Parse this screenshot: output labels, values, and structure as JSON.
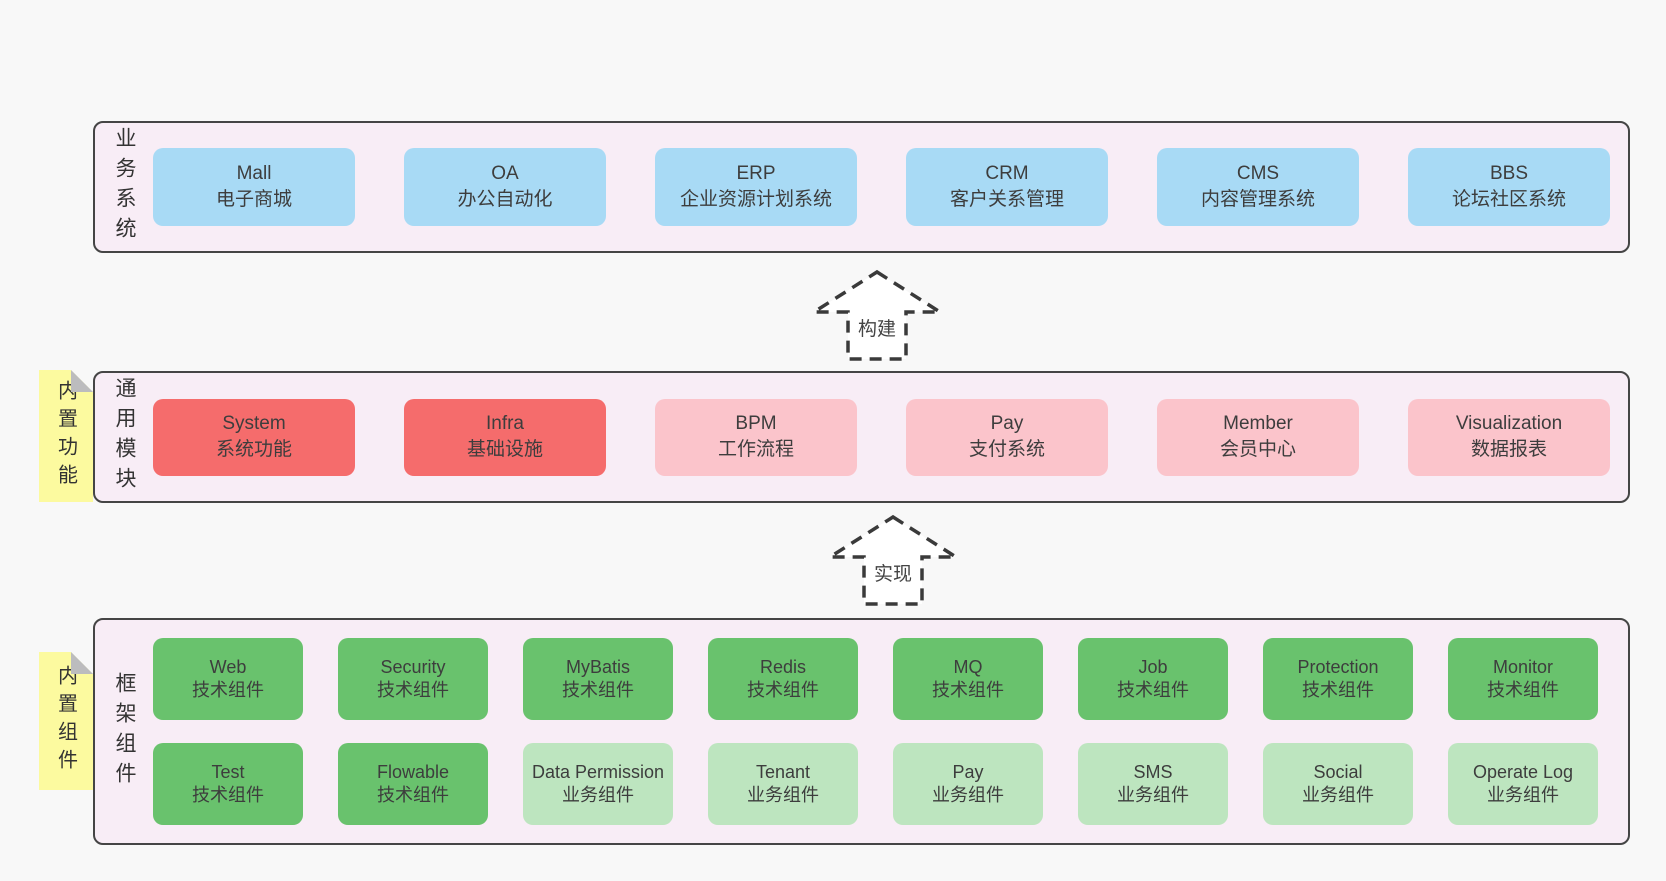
{
  "colors": {
    "page_background": "#f8f8f8",
    "panel_background": "#f8edf6",
    "panel_border": "#454545",
    "blue_box": "#a8daf5",
    "red_box": "#f56c6c",
    "pink_box": "#fbc4cb",
    "green_box": "#69c26d",
    "light_green_box": "#bde5bf",
    "sticky_yellow": "#fcfa9f",
    "sticky_fold_gray": "#bcbcbe",
    "text": "#3d3d3d"
  },
  "arrows": [
    {
      "label": "构建"
    },
    {
      "label": "实现"
    }
  ],
  "sections": [
    {
      "label": "业务系统",
      "boxes": [
        {
          "title": "Mall",
          "subtitle": "电子商城"
        },
        {
          "title": "OA",
          "subtitle": "办公自动化"
        },
        {
          "title": "ERP",
          "subtitle": "企业资源计划系统"
        },
        {
          "title": "CRM",
          "subtitle": "客户关系管理"
        },
        {
          "title": "CMS",
          "subtitle": "内容管理系统"
        },
        {
          "title": "BBS",
          "subtitle": "论坛社区系统"
        }
      ]
    },
    {
      "label": "通用模块",
      "sticky": "内置功能",
      "boxes": [
        {
          "title": "System",
          "subtitle": "系统功能"
        },
        {
          "title": "Infra",
          "subtitle": "基础设施"
        },
        {
          "title": "BPM",
          "subtitle": "工作流程"
        },
        {
          "title": "Pay",
          "subtitle": "支付系统"
        },
        {
          "title": "Member",
          "subtitle": "会员中心"
        },
        {
          "title": "Visualization",
          "subtitle": "数据报表"
        }
      ]
    },
    {
      "label": "框架组件",
      "sticky": "内置组件",
      "boxes": [
        {
          "title": "Web",
          "subtitle": "技术组件"
        },
        {
          "title": "Security",
          "subtitle": "技术组件"
        },
        {
          "title": "MyBatis",
          "subtitle": "技术组件"
        },
        {
          "title": "Redis",
          "subtitle": "技术组件"
        },
        {
          "title": "MQ",
          "subtitle": "技术组件"
        },
        {
          "title": "Job",
          "subtitle": "技术组件"
        },
        {
          "title": "Protection",
          "subtitle": "技术组件"
        },
        {
          "title": "Monitor",
          "subtitle": "技术组件"
        },
        {
          "title": "Test",
          "subtitle": "技术组件"
        },
        {
          "title": "Flowable",
          "subtitle": "技术组件"
        },
        {
          "title": "Data Permission",
          "subtitle": "业务组件"
        },
        {
          "title": "Tenant",
          "subtitle": "业务组件"
        },
        {
          "title": "Pay",
          "subtitle": "业务组件"
        },
        {
          "title": "SMS",
          "subtitle": "业务组件"
        },
        {
          "title": "Social",
          "subtitle": "业务组件"
        },
        {
          "title": "Operate Log",
          "subtitle": "业务组件"
        }
      ]
    }
  ]
}
